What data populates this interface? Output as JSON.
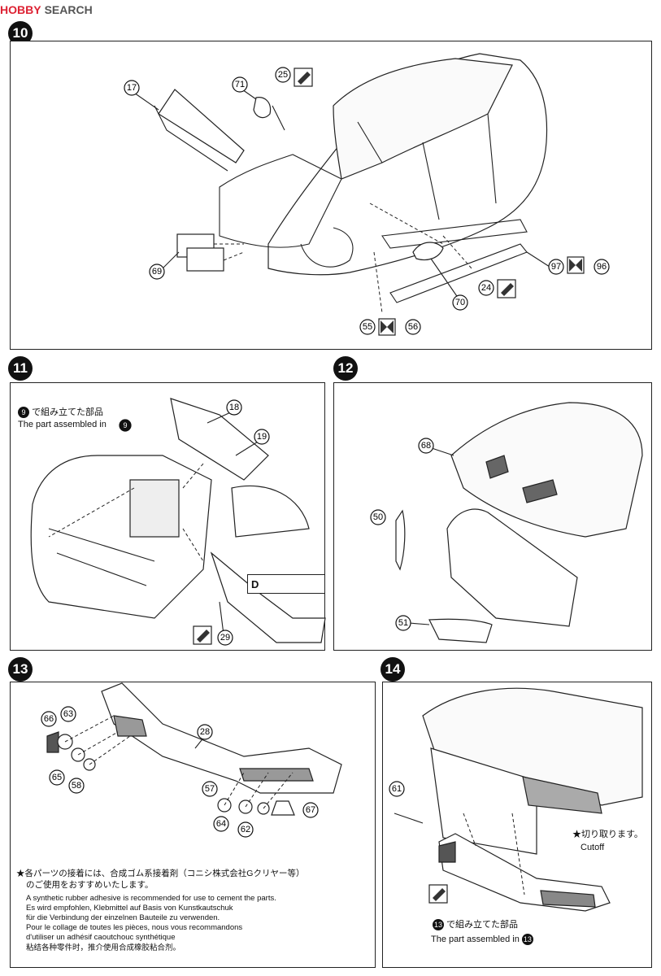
{
  "watermark": {
    "brand": "HOBBY",
    "search": "SEARCH"
  },
  "steps": {
    "s10": {
      "number": "10"
    },
    "s11": {
      "number": "11",
      "ref_jp": "で組み立てた部品",
      "ref_en": "The part assembled in",
      "ref_step": "9"
    },
    "s12": {
      "number": "12"
    },
    "s13": {
      "number": "13"
    },
    "s14": {
      "number": "14",
      "ref_jp": "で組み立てた部品",
      "ref_en": "The part assembled in",
      "ref_step": "13",
      "cut_jp": "★切り取ります。",
      "cut_en": "Cutoff"
    }
  },
  "parts": {
    "p17": "17",
    "p71": "71",
    "p25": "25",
    "p69": "69",
    "p97": "97",
    "p96": "96",
    "p24": "24",
    "p70": "70",
    "p55": "55",
    "p56": "56",
    "p18": "18",
    "p19": "19",
    "p29": "29",
    "pD": "D",
    "p68": "68",
    "p50": "50",
    "p51": "51",
    "p66": "66",
    "p63": "63",
    "p65": "65",
    "p58": "58",
    "p28": "28",
    "p57": "57",
    "p64": "64",
    "p62": "62",
    "p67": "67",
    "p61": "61"
  },
  "adhesive_note": {
    "jp": "★各パーツの接着には、合成ゴム系接着剤（コニシ株式会社Gクリヤー等）",
    "jp2": "のご使用をおすすめいたします。",
    "en": "A synthetic rubber adhesive is recommended for use to cement the parts.",
    "de1": "Es wird empfohlen, Klebmittel auf Basis von Kunstkautschuk",
    "de2": "für die Verbindung der einzelnen Bauteile zu verwenden.",
    "fr1": "Pour le collage de toutes les pièces, nous vous recommandons",
    "fr2": "d'utiliser un adhésif caoutchouc synthétique",
    "zh": "粘结各种零件时，推介使用合成橡胶粘合剂。"
  },
  "icons": [
    "glue-icon",
    "paint-flat-black-icon",
    "paint-mixed-icon"
  ]
}
